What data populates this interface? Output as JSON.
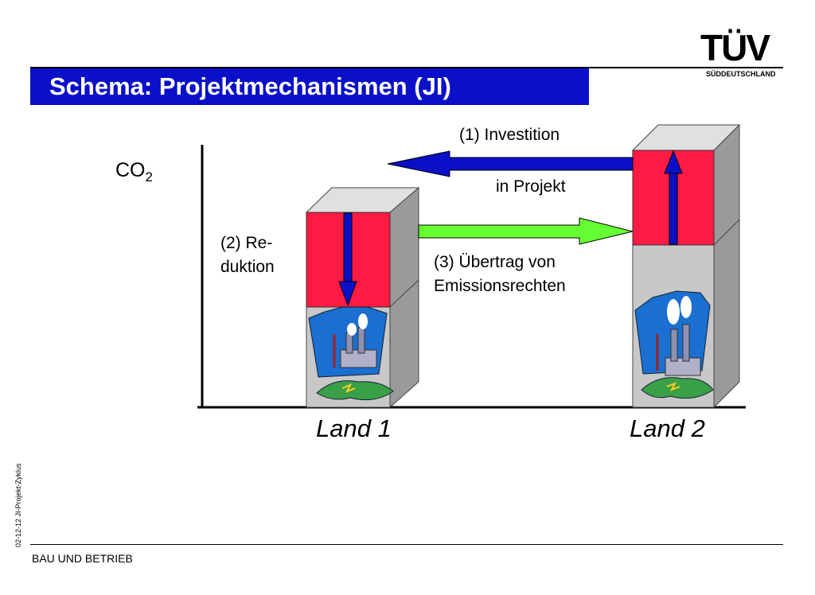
{
  "title": "Schema: Projektmechanismen (JI)",
  "logo": {
    "main": "TÜV",
    "sub": "SÜDDEUTSCHLAND"
  },
  "footer": {
    "left": "BAU UND BETRIEB",
    "side": "02-12-12    JI-Projekt-Zyklus"
  },
  "axis": {
    "label_main": "CO",
    "label_sub": "2"
  },
  "labels": {
    "investition": "(1)  Investition",
    "in_projekt": "in Projekt",
    "reduktion_1": "(2) Re-",
    "reduktion_2": "duktion",
    "uebertrag_1": "(3) Übertrag von",
    "uebertrag_2": "Emissionsrechten"
  },
  "lands": [
    "Land 1",
    "Land 2"
  ],
  "colors": {
    "title_bar": "#0a10c8",
    "red_block": "#ff1a44",
    "blue_arrow": "#0a10c8",
    "green_arrow": "#66ff33",
    "box_front": "#c8c8c8",
    "box_side": "#9a9a9a",
    "box_top": "#e0e0e0",
    "scene_bg": "#1a6fd0"
  }
}
